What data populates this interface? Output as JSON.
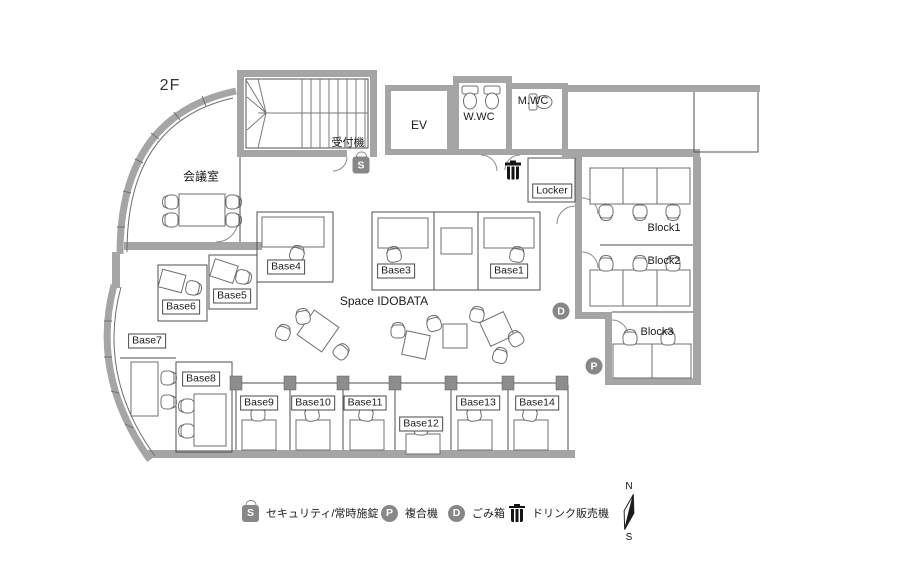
{
  "floor": {
    "label": "2F"
  },
  "rooms": {
    "meeting": "会議室",
    "reception": "受付機",
    "elevator": "EV",
    "womens_wc": "W.WC",
    "mens_wc": "M.WC",
    "locker": "Locker",
    "space": "Space IDOBATA",
    "bases": {
      "b1": "Base1",
      "b3": "Base3",
      "b4": "Base4",
      "b5": "Base5",
      "b6": "Base6",
      "b7": "Base7",
      "b8": "Base8",
      "b9": "Base9",
      "b10": "Base10",
      "b11": "Base11",
      "b12": "Base12",
      "b13": "Base13",
      "b14": "Base14"
    },
    "blocks": [
      "Block1",
      "Block2",
      "Block3"
    ]
  },
  "markers": {
    "security": "S",
    "copier": "P",
    "dust": "D"
  },
  "legend": {
    "security": {
      "icon": "S",
      "label": "セキュリティ/常時施錠"
    },
    "copier": {
      "icon": "P",
      "label": "複合機"
    },
    "dust": {
      "icon": "D",
      "label": "ごみ箱"
    },
    "drink": {
      "label": "ドリンク販売機"
    }
  },
  "compass": {
    "north": "N",
    "south": "S"
  }
}
